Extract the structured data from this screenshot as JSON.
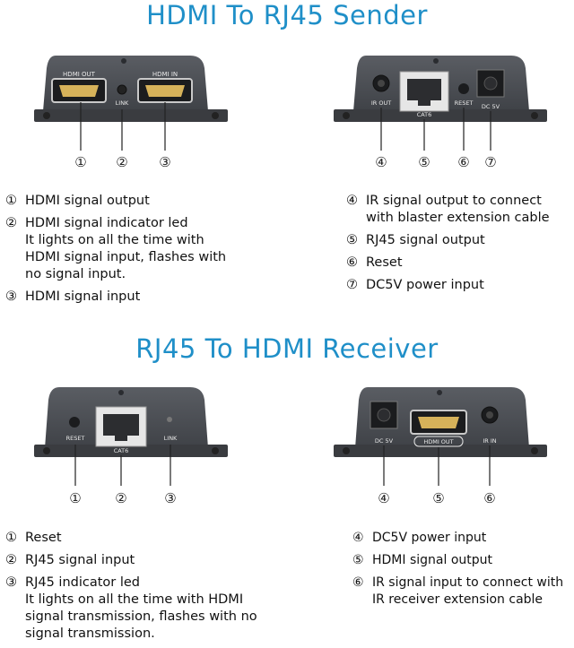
{
  "sender": {
    "title": "HDMI To RJ45 Sender",
    "front_labels": {
      "hdmi_out": "HDMI OUT",
      "link": "LINK",
      "hdmi_in": "HDMI IN"
    },
    "back_labels": {
      "ir_out": "IR OUT",
      "cat6": "CAT6",
      "reset": "RESET",
      "dc5v": "DC 5V"
    },
    "callouts": [
      "①",
      "②",
      "③",
      "④",
      "⑤",
      "⑥",
      "⑦"
    ],
    "left_items": [
      {
        "num": "①",
        "text": "HDMI signal output",
        "sub": ""
      },
      {
        "num": "②",
        "text": "HDMI signal indicator led",
        "sub": "It lights on all the time with HDMI signal input, flashes with no signal input."
      },
      {
        "num": "③",
        "text": "HDMI signal input",
        "sub": ""
      }
    ],
    "right_items": [
      {
        "num": "④",
        "text": "IR signal output to connect",
        "sub": "with blaster extension cable"
      },
      {
        "num": "⑤",
        "text": "RJ45 signal output",
        "sub": ""
      },
      {
        "num": "⑥",
        "text": "Reset",
        "sub": ""
      },
      {
        "num": "⑦",
        "text": "DC5V power input",
        "sub": ""
      }
    ]
  },
  "receiver": {
    "title": "RJ45 To HDMI Receiver",
    "front_labels": {
      "reset": "RESET",
      "cat6": "CAT6",
      "link": "LINK"
    },
    "back_labels": {
      "dc5v": "DC 5V",
      "hdmi_out": "HDMI OUT",
      "ir_in": "IR IN"
    },
    "callouts": [
      "①",
      "②",
      "③",
      "④",
      "⑤",
      "⑥"
    ],
    "left_items": [
      {
        "num": "①",
        "text": "Reset",
        "sub": ""
      },
      {
        "num": "②",
        "text": "RJ45 signal input",
        "sub": ""
      },
      {
        "num": "③",
        "text": "RJ45 indicator led",
        "sub": "It lights on all the time with HDMI signal transmission, flashes with no signal transmission."
      }
    ],
    "right_items": [
      {
        "num": "④",
        "text": "DC5V power input",
        "sub": ""
      },
      {
        "num": "⑤",
        "text": "HDMI signal output",
        "sub": ""
      },
      {
        "num": "⑥",
        "text": "IR signal input to connect with",
        "sub": "IR receiver extension cable"
      }
    ]
  }
}
